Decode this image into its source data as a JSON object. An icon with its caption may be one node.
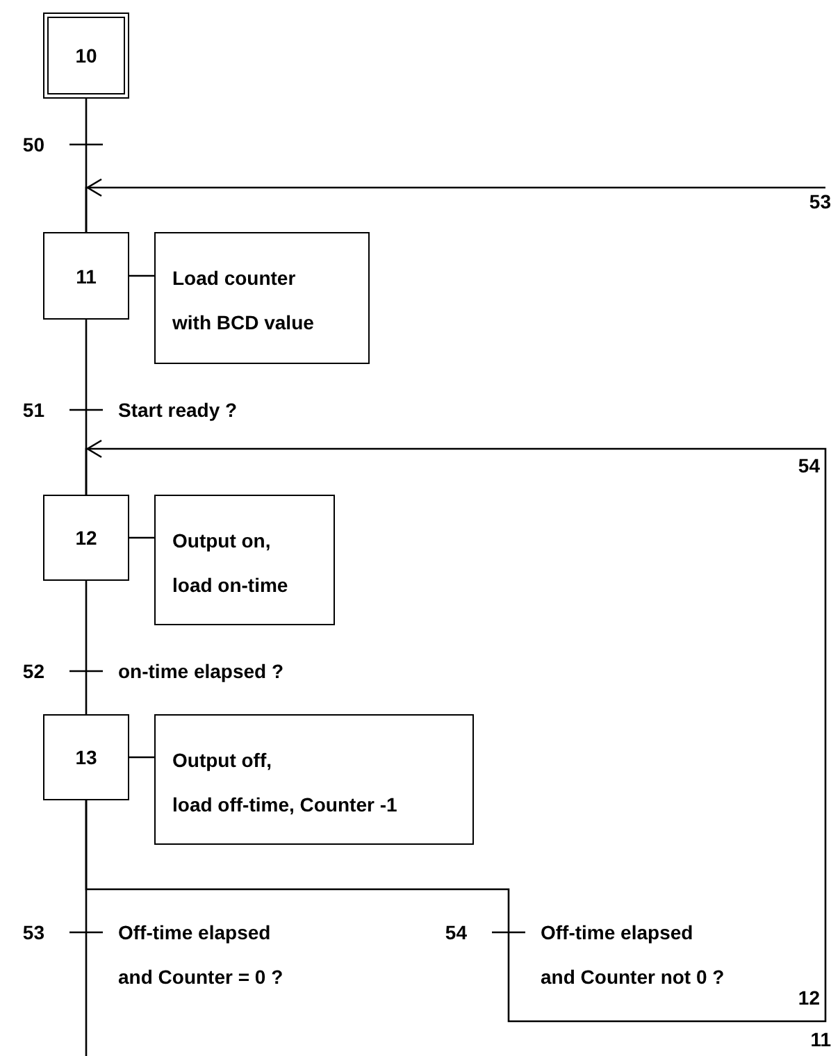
{
  "diagram": {
    "nodes": [
      {
        "text": [
          "10"
        ]
      },
      {
        "text": [
          "50"
        ]
      },
      {
        "text": [
          "11"
        ]
      },
      {
        "text": [
          "Load counter with BCD value"
        ]
      },
      {
        "text": [
          "51",
          "Start ready ?"
        ]
      },
      {
        "text": [
          "12"
        ]
      },
      {
        "text": [
          "Output on, load on-time"
        ]
      },
      {
        "text": [
          "52",
          "on-time elapsed ?"
        ]
      },
      {
        "text": [
          "13"
        ]
      },
      {
        "text": [
          "Output off, load off-time, Counter -1"
        ]
      },
      {
        "text": [
          "53",
          "Off-time elapsed and Counter = 0 ?"
        ]
      },
      {
        "text": [
          "54",
          "Off-time elapsed and Counter not 0 ?"
        ]
      },
      {
        "text": [
          "53"
        ]
      }
    ],
    "edges": [
      {
        "from": 0,
        "to": 1,
        "arrow": "none"
      },
      {
        "from": 1,
        "to": 2,
        "arrow": "none"
      },
      {
        "from": 12,
        "to": 2,
        "arrow": "to"
      },
      {
        "from": 2,
        "to": 4,
        "arrow": "none"
      },
      {
        "from": 4,
        "to": 5,
        "arrow": "none"
      },
      {
        "from": 11,
        "to": 5,
        "arrow": "to"
      },
      {
        "from": 5,
        "to": 7,
        "arrow": "none"
      },
      {
        "from": 7,
        "to": 8,
        "arrow": "none"
      },
      {
        "from": 8,
        "to": 10,
        "arrow": "none"
      },
      {
        "from": 8,
        "to": 11,
        "arrow": "none"
      },
      {
        "from": 10,
        "to": null,
        "arrow": "none"
      },
      {
        "from": 2,
        "to": 3,
        "arrow": "none"
      },
      {
        "from": 5,
        "to": 6,
        "arrow": "none"
      },
      {
        "from": 8,
        "to": 9,
        "arrow": "none"
      }
    ],
    "labels": [
      "54",
      "12",
      "11"
    ]
  }
}
